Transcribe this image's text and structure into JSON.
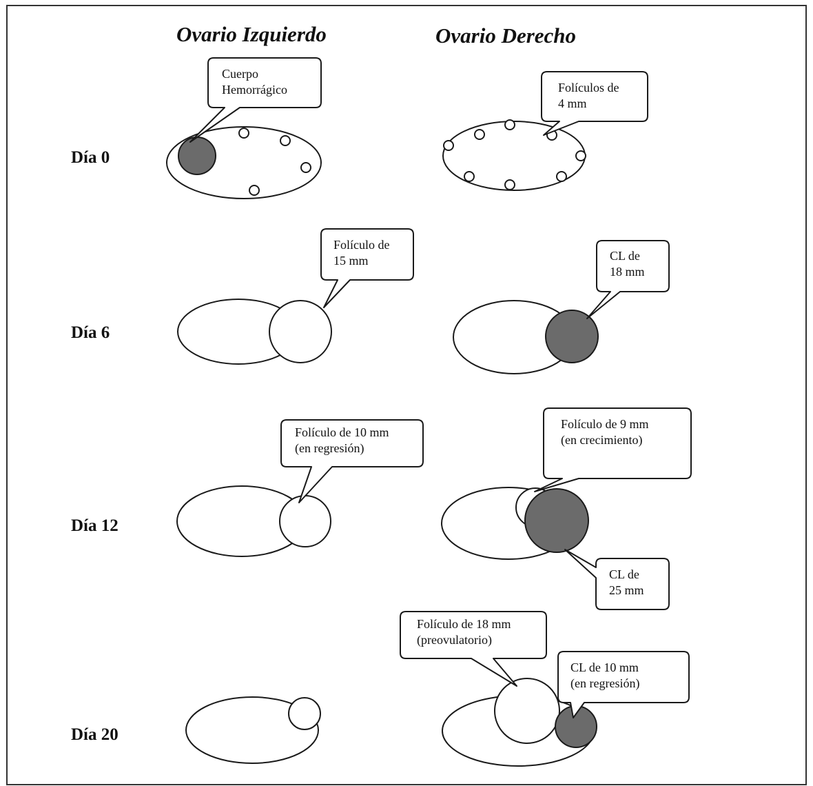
{
  "columns": {
    "left": "Ovario Izquierdo",
    "right": "Ovario Derecho"
  },
  "rows": [
    "Día 0",
    "Día 6",
    "Día 12",
    "Día 20"
  ],
  "callouts": {
    "d0_left": [
      "Cuerpo",
      "Hemorrágico"
    ],
    "d0_right": [
      "Folículos de",
      "4 mm"
    ],
    "d6_left": [
      "Folículo de",
      "15 mm"
    ],
    "d6_right": [
      "CL de",
      "18 mm"
    ],
    "d12_left": [
      "Folículo de 10  mm",
      "(en regresión)"
    ],
    "d12_right_top": [
      "Folículo de 9  mm",
      "(en crecimiento)"
    ],
    "d12_right_bottom": [
      "CL de",
      "25 mm"
    ],
    "d20_right_top": [
      "Folículo de 18 mm",
      "(preovulatorio)"
    ],
    "d20_right_cl": [
      "CL de 10 mm",
      "(en regresión)"
    ]
  },
  "colors": {
    "background": "#ffffff",
    "line": "#1a1a1a",
    "corpus": "#6b6b6b"
  }
}
